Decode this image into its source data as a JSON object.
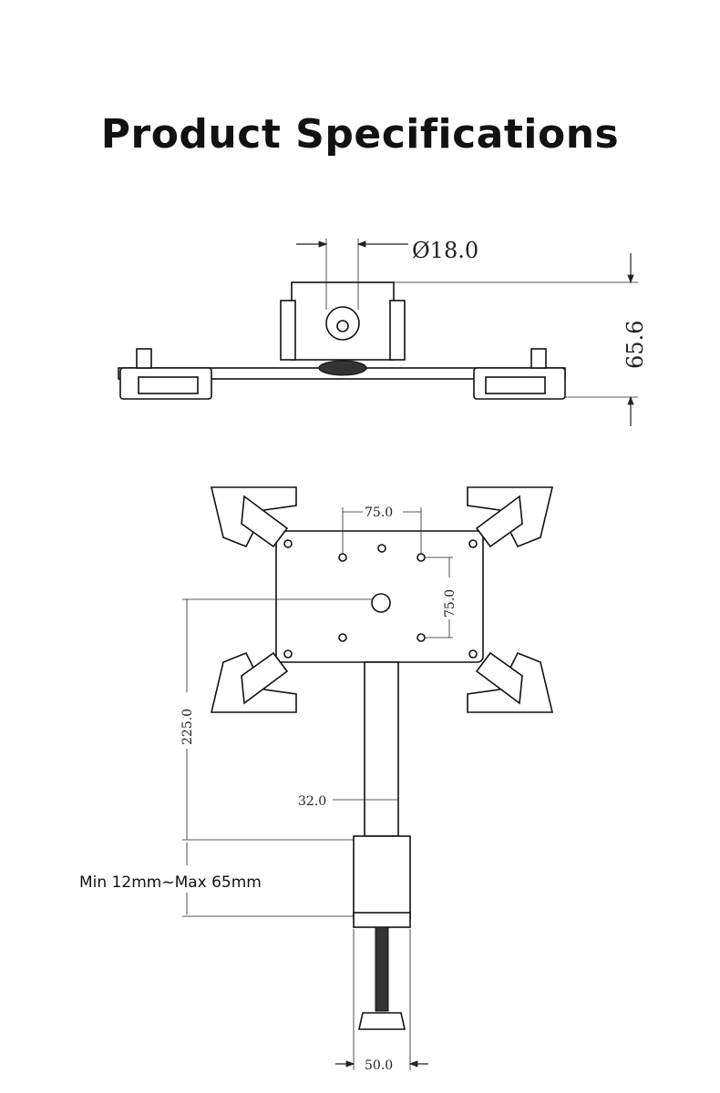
{
  "title": "Product Specifications",
  "dimensions": {
    "pole_diameter": "Ø18.0",
    "top_height": "65.6",
    "hole_spacing_horizontal": "75.0",
    "hole_spacing_vertical": "75.0",
    "arm_height": "225.0",
    "pole_width": "32.0",
    "clamp_range": "Min 12mm~Max 65mm",
    "clamp_width": "50.0"
  }
}
